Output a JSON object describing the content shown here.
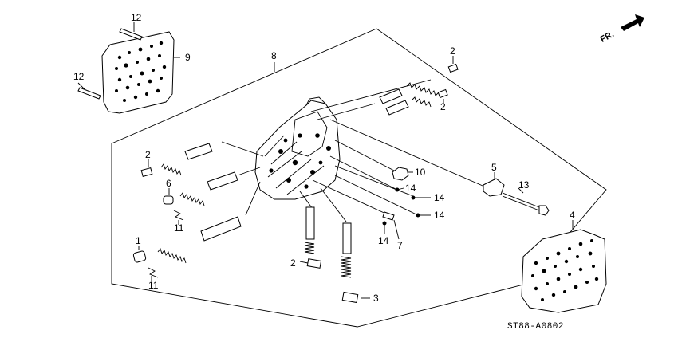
{
  "direction_label": "FR.",
  "diagram_code": "ST88-A0802",
  "callouts": {
    "c1": "1",
    "c2a": "2",
    "c2b": "2",
    "c2c": "2",
    "c2d": "2",
    "c3": "3",
    "c4": "4",
    "c5": "5",
    "c6": "6",
    "c7": "7",
    "c8": "8",
    "c9": "9",
    "c10": "10",
    "c11a": "11",
    "c11b": "11",
    "c12a": "12",
    "c12b": "12",
    "c13": "13",
    "c14a": "14",
    "c14b": "14",
    "c14c": "14",
    "c14d": "14"
  }
}
